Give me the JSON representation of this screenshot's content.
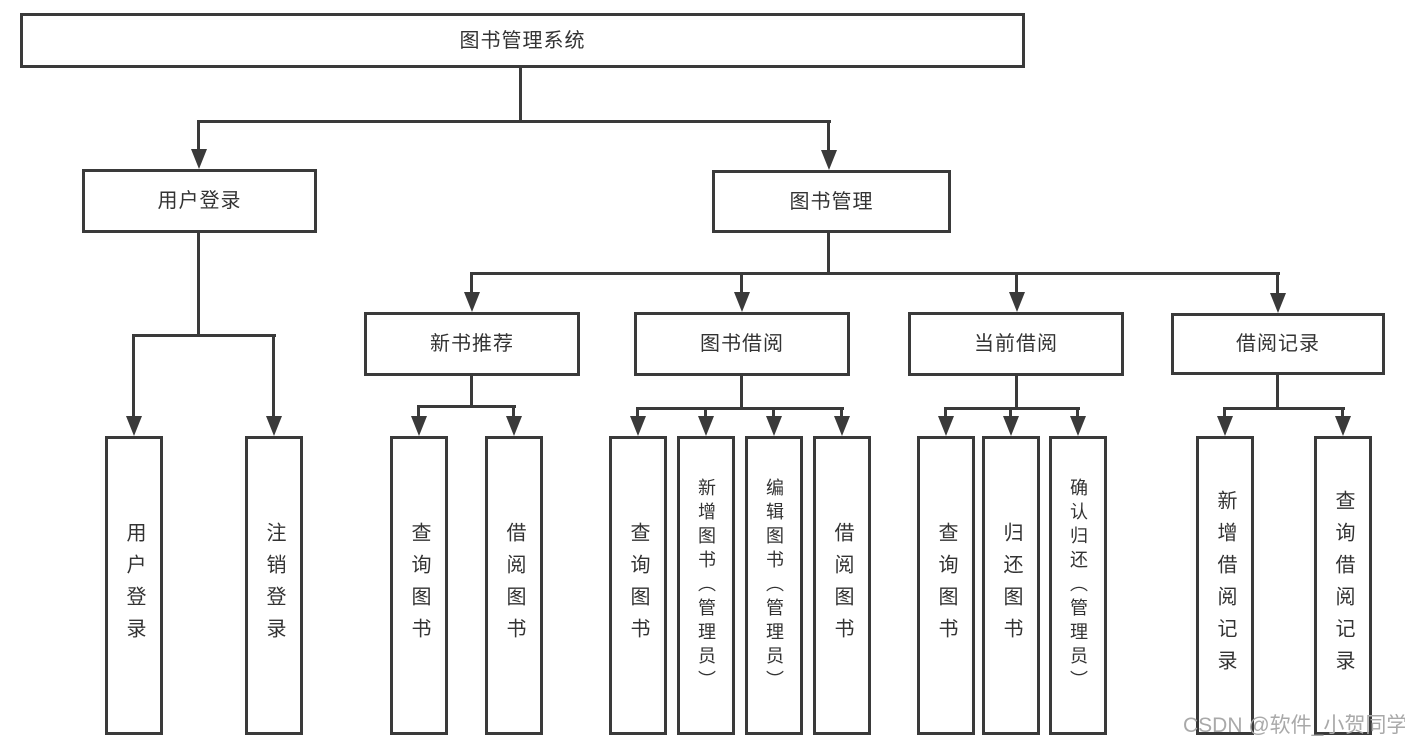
{
  "diagram": {
    "root": {
      "label": "图书管理系统"
    },
    "level2": [
      {
        "label": "用户登录"
      },
      {
        "label": "图书管理"
      }
    ],
    "level3": [
      {
        "label": "新书推荐",
        "parent": "图书管理"
      },
      {
        "label": "图书借阅",
        "parent": "图书管理"
      },
      {
        "label": "当前借阅",
        "parent": "图书管理"
      },
      {
        "label": "借阅记录",
        "parent": "图书管理"
      }
    ],
    "leaves": [
      {
        "label": "用户登录",
        "parent": "用户登录"
      },
      {
        "label": "注销登录",
        "parent": "用户登录"
      },
      {
        "label": "查询图书",
        "parent": "新书推荐"
      },
      {
        "label": "借阅图书",
        "parent": "新书推荐"
      },
      {
        "label": "查询图书",
        "parent": "图书借阅"
      },
      {
        "label": "新增图书（管理员）",
        "parent": "图书借阅"
      },
      {
        "label": "编辑图书（管理员）",
        "parent": "图书借阅"
      },
      {
        "label": "借阅图书",
        "parent": "图书借阅"
      },
      {
        "label": "查询图书",
        "parent": "当前借阅"
      },
      {
        "label": "归还图书",
        "parent": "当前借阅"
      },
      {
        "label": "确认归还（管理员）",
        "parent": "当前借阅"
      },
      {
        "label": "新增借阅记录",
        "parent": "借阅记录"
      },
      {
        "label": "查询借阅记录",
        "parent": "借阅记录"
      }
    ]
  },
  "watermark": "CSDN @软件_小贺同学",
  "colors": {
    "line": "#3a3a3a",
    "box_background": "#ffffff",
    "text": "#333333",
    "watermark": "#a9a9a9",
    "page_background": "#ffffff"
  }
}
